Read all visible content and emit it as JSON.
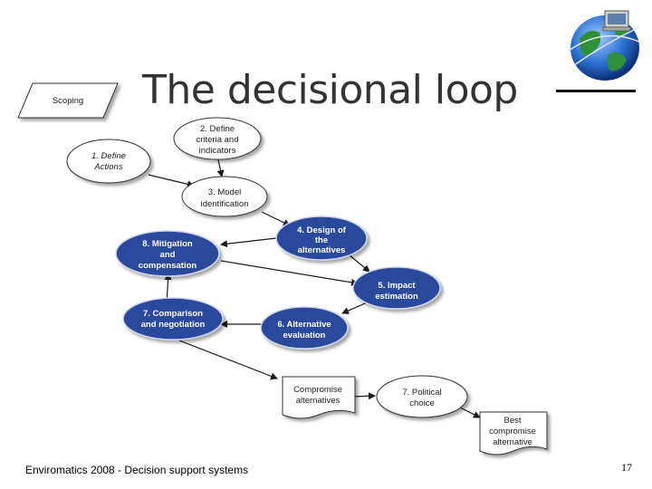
{
  "slide": {
    "title": "The decisional loop",
    "footer": "Enviromatics 2008 - Decision support systems",
    "page_number": "17"
  },
  "diagram": {
    "scoping": "Scoping",
    "nodes": {
      "define_actions": [
        "1. Define",
        "Actions"
      ],
      "define_criteria": [
        "2. Define",
        "criteria and",
        "indicators"
      ],
      "model_id": [
        "3. Model",
        "identification"
      ],
      "design_alt": [
        "4. Design of",
        "the",
        "alternatives"
      ],
      "impact": [
        "5. Impact",
        "estimation"
      ],
      "alt_eval": [
        "6. Alternative",
        "evaluation"
      ],
      "comparison": [
        "7. Comparison",
        "and negotiation"
      ],
      "mitigation": [
        "8. Mitigation",
        "and",
        "compensation"
      ],
      "political": [
        "7. Political",
        "choice"
      ],
      "compromise": [
        "Compromise",
        "alternatives"
      ],
      "best": [
        "Best",
        "compromise",
        "alternative"
      ]
    }
  },
  "colors": {
    "node_blue": "#2a4a9c",
    "node_white": "#ffffff",
    "arrow": "#1a1a1a"
  },
  "icons": [
    "globe-network-icon"
  ]
}
